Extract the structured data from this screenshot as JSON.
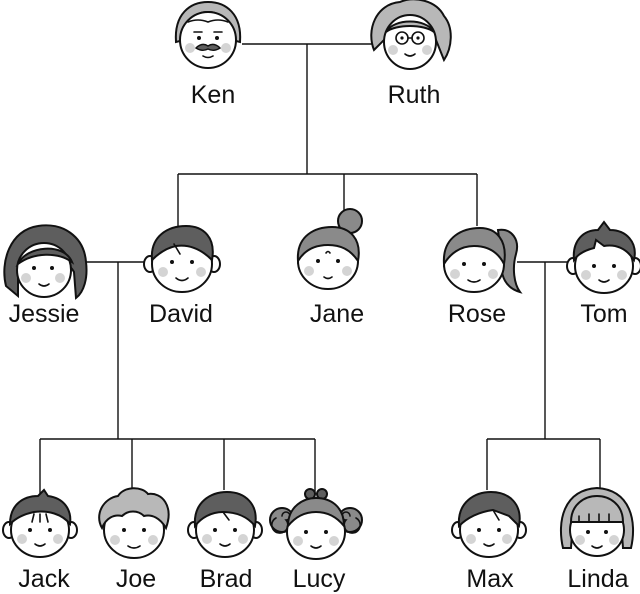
{
  "colors": {
    "line": "#111111",
    "face": "#ffffff",
    "hair_dark": "#5e5e5e",
    "hair_mid": "#8a8a8a",
    "hair_light": "#b8b8b8",
    "cheek": "#d4d4d4"
  },
  "family": {
    "grandparents": [
      {
        "name": "Ken",
        "icon": "grandpa-face-icon"
      },
      {
        "name": "Ruth",
        "icon": "grandma-face-icon"
      }
    ],
    "parents": [
      {
        "name": "Jessie",
        "icon": "woman-wavy-hair-face-icon"
      },
      {
        "name": "David",
        "icon": "man-short-hair-face-icon"
      },
      {
        "name": "Jane",
        "icon": "girl-bun-face-icon"
      },
      {
        "name": "Rose",
        "icon": "woman-ponytail-face-icon"
      },
      {
        "name": "Tom",
        "icon": "man-spiky-hair-face-icon"
      }
    ],
    "grandchildren": [
      {
        "name": "Jack",
        "icon": "boy-spiky-hair-face-icon"
      },
      {
        "name": "Joe",
        "icon": "boy-curly-hair-face-icon"
      },
      {
        "name": "Brad",
        "icon": "boy-short-hair-face-icon"
      },
      {
        "name": "Lucy",
        "icon": "girl-double-buns-face-icon"
      },
      {
        "name": "Max",
        "icon": "boy-side-hair-face-icon"
      },
      {
        "name": "Linda",
        "icon": "girl-bob-hair-face-icon"
      }
    ]
  }
}
